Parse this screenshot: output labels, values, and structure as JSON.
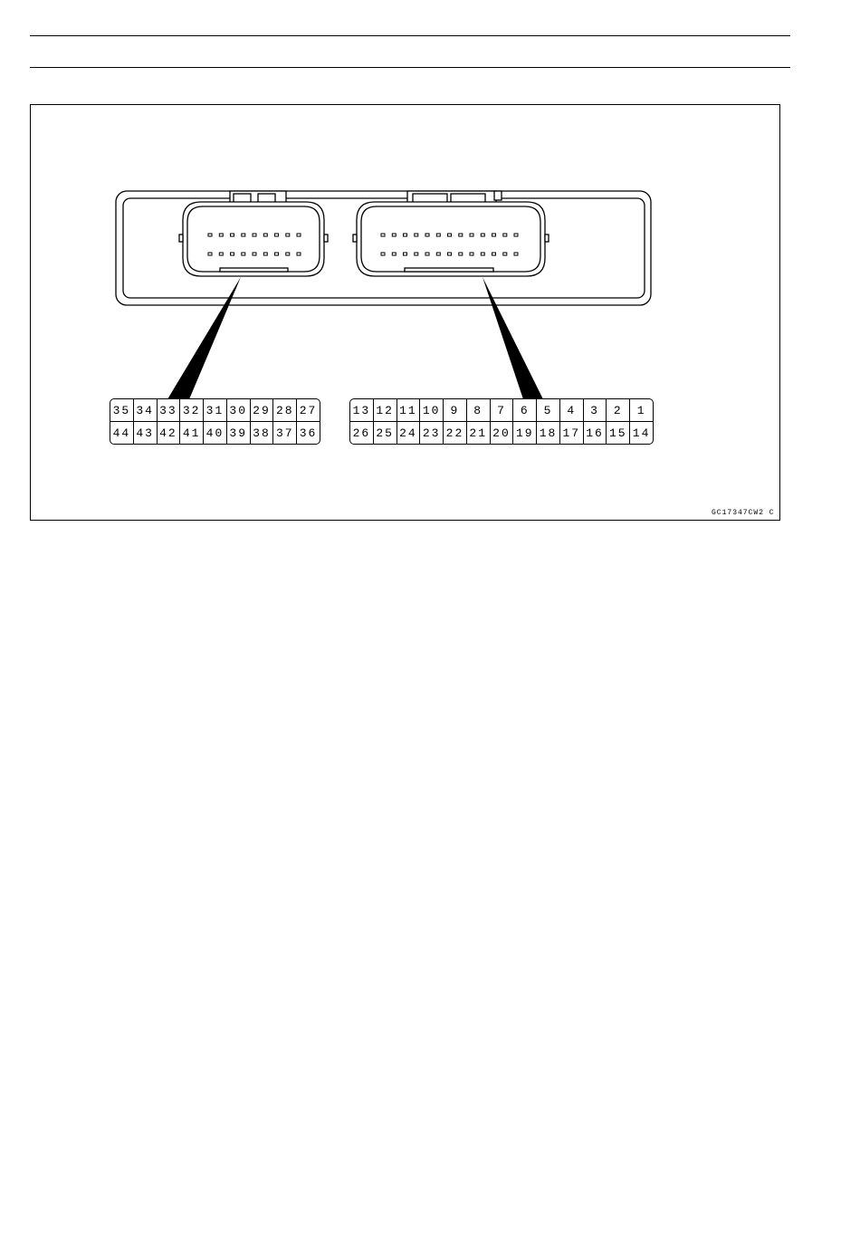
{
  "figure": {
    "code": "GC17347CW2  C",
    "connector_left": {
      "pins_top_row": [
        "35",
        "34",
        "33",
        "32",
        "31",
        "30",
        "29",
        "28",
        "27"
      ],
      "pins_bottom_row": [
        "44",
        "43",
        "42",
        "41",
        "40",
        "39",
        "38",
        "37",
        "36"
      ]
    },
    "connector_right": {
      "pins_top_row": [
        "13",
        "12",
        "11",
        "10",
        "9",
        "8",
        "7",
        "6",
        "5",
        "4",
        "3",
        "2",
        "1"
      ],
      "pins_bottom_row": [
        "26",
        "25",
        "24",
        "23",
        "22",
        "21",
        "20",
        "19",
        "18",
        "17",
        "16",
        "15",
        "14"
      ]
    }
  }
}
